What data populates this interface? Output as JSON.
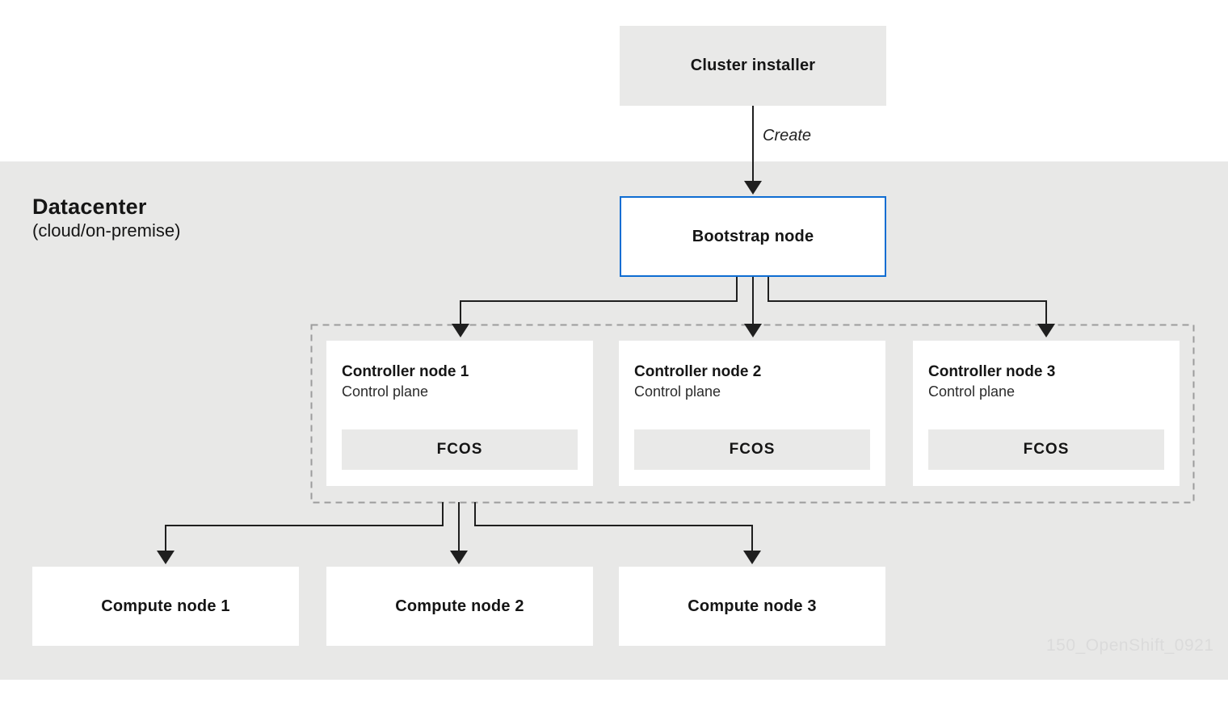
{
  "diagram": {
    "installer": {
      "label": "Cluster installer"
    },
    "create_label": "Create",
    "datacenter": {
      "title": "Datacenter",
      "subtitle": "(cloud/on-premise)"
    },
    "bootstrap": {
      "label": "Bootstrap node"
    },
    "controllers": [
      {
        "title": "Controller node 1",
        "subtitle": "Control plane",
        "os": "FCOS"
      },
      {
        "title": "Controller node 2",
        "subtitle": "Control plane",
        "os": "FCOS"
      },
      {
        "title": "Controller node 3",
        "subtitle": "Control plane",
        "os": "FCOS"
      }
    ],
    "compute_nodes": [
      {
        "label": "Compute node 1"
      },
      {
        "label": "Compute node 2"
      },
      {
        "label": "Compute node 3"
      }
    ],
    "watermark": "150_OpenShift_0921",
    "colors": {
      "panel_background": "#e8e8e7",
      "box_gray": "#e9e9e8",
      "box_white": "#ffffff",
      "bootstrap_border_blue": "#0e6dd2",
      "connector_line": "#1f1f1f",
      "dashed_border": "#9c9c9c",
      "text": "#151515",
      "watermark_text": "#dbdbdb"
    }
  }
}
